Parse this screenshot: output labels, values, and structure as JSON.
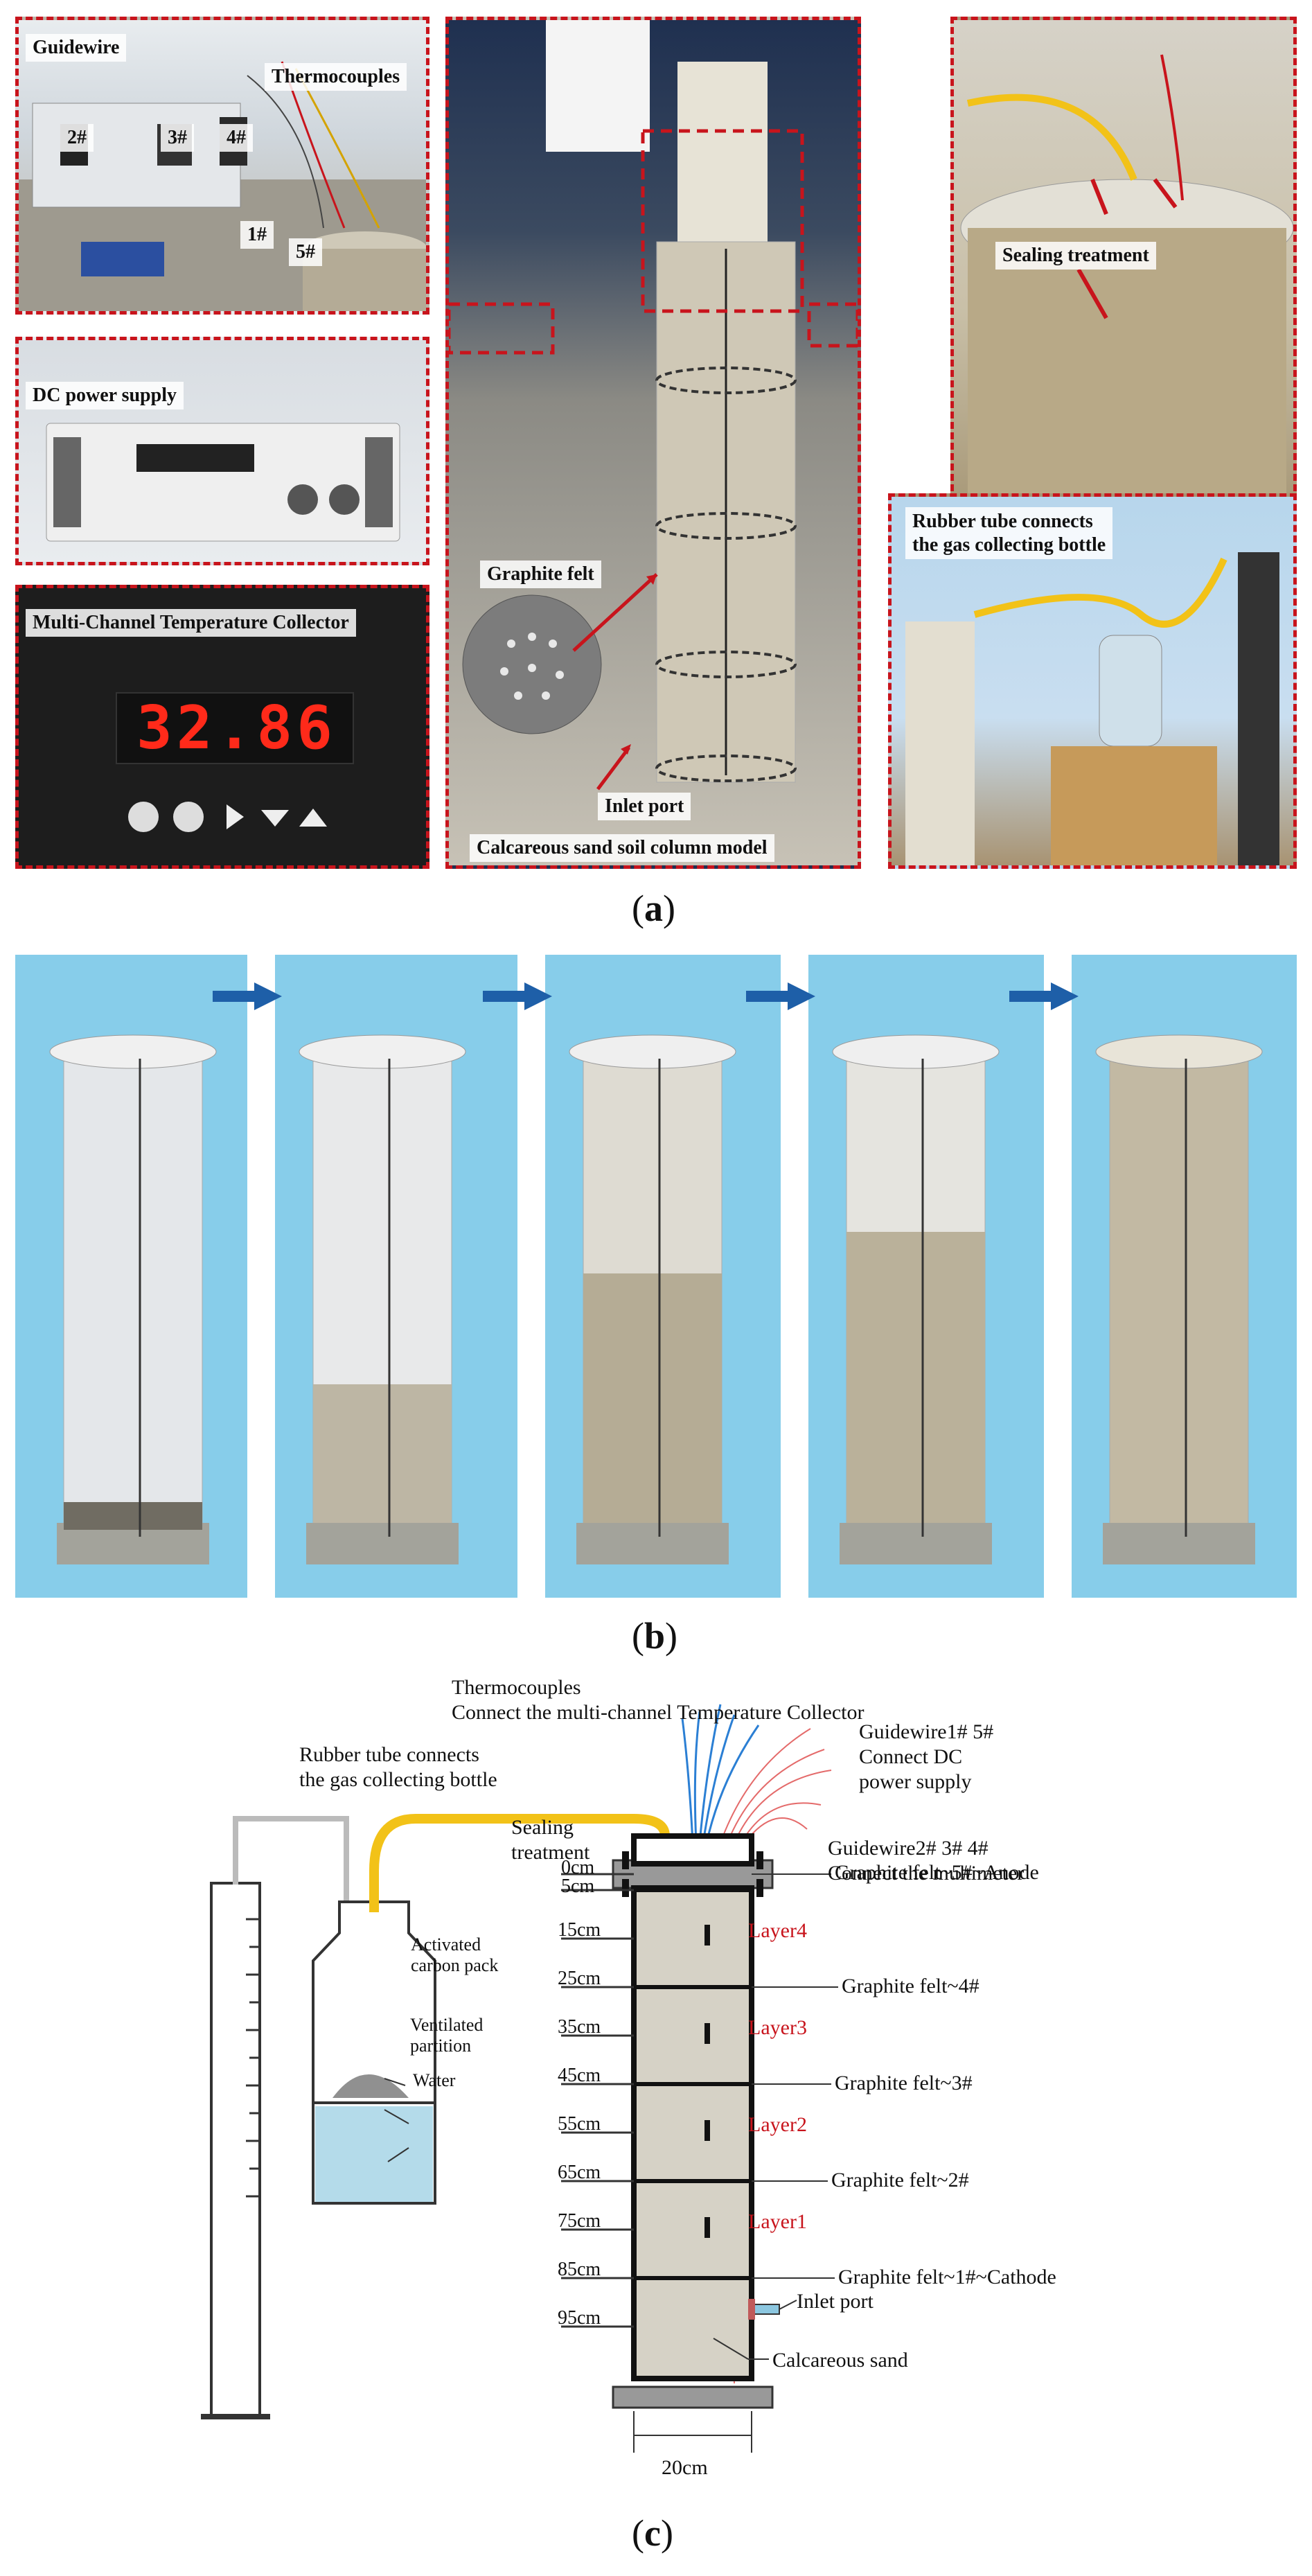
{
  "panel_a": {
    "letter": "a",
    "labels": {
      "guidewire": "Guidewire",
      "thermocouples": "Thermocouples",
      "n2": "2#",
      "n3": "3#",
      "n4": "4#",
      "n1": "1#",
      "n5": "5#",
      "dc_power": "DC power supply",
      "temp_collector": "Multi-Channel Temperature Collector",
      "temp_reading": "32.86",
      "graphite_felt": "Graphite felt",
      "inlet_port": "Inlet port",
      "column_model": "Calcareous sand soil column model",
      "sealing": "Sealing treatment",
      "rubber_tube": "Rubber tube connects\nthe gas collecting bottle"
    }
  },
  "panel_b": {
    "letter": "b"
  },
  "panel_c": {
    "letter": "c",
    "labels": {
      "thermocouples_title": "Thermocouples",
      "thermocouples_sub": "Connect the multi-channel Temperature Collector",
      "rubber_tube_1": "Rubber tube connects",
      "rubber_tube_2": "the gas collecting bottle",
      "sealing_1": "Sealing",
      "sealing_2": "treatment",
      "gw1_1": "Guidewire1# 5#",
      "gw1_2": "Connect DC",
      "gw1_3": "power supply",
      "gw2_1": "Guidewire2# 3# 4#",
      "gw2_2": "Connect the multimeter",
      "activated_1": "Activated",
      "activated_2": "carbon pack",
      "ventilated_1": "Ventilated",
      "ventilated_2": "partition",
      "water": "Water",
      "gf5": "Graphite felt~5#~Anode",
      "gf4": "Graphite felt~4#",
      "gf3": "Graphite felt~3#",
      "gf2": "Graphite felt~2#",
      "gf1": "Graphite felt~1#~Cathode",
      "inlet": "Inlet port",
      "calc_sand": "Calcareous sand",
      "layer4": "Layer4",
      "layer3": "Layer3",
      "layer2": "Layer2",
      "layer1": "Layer1",
      "width": "20cm"
    },
    "depths": [
      "0cm",
      "5cm",
      "15cm",
      "25cm",
      "35cm",
      "45cm",
      "55cm",
      "65cm",
      "75cm",
      "85cm",
      "95cm"
    ]
  },
  "colors": {
    "dashed_red": "#c8141c",
    "panel_b_bg": "#87cdea",
    "arrow_blue": "#1e5fa8",
    "tube_yellow": "#f2c218",
    "sand": "#d6d2c6",
    "layer_red": "#c8141c",
    "thermo_blue": "#2b7fd4",
    "guidewire_red": "#e46a6a"
  }
}
